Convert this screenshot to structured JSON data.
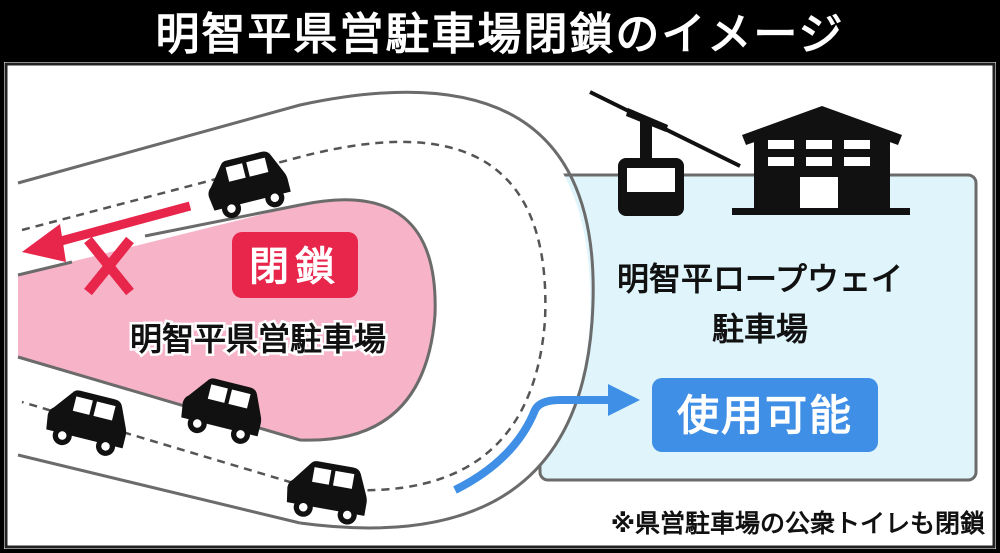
{
  "title": "明智平県営駐車場閉鎖のイメージ",
  "closed_lot": {
    "badge": "閉鎖",
    "name": "明智平県営駐車場"
  },
  "ropeway_lot": {
    "name_line1": "明智平ロープウェイ",
    "name_line2": "駐車場",
    "badge": "使用可能"
  },
  "note": "※県営駐車場の公衆トイレも閉鎖",
  "colors": {
    "closed_red": "#e8254a",
    "closed_pink": "#f7b3c8",
    "available_blue": "#3f8fe6",
    "lot_light_blue": "#dff5fb"
  }
}
